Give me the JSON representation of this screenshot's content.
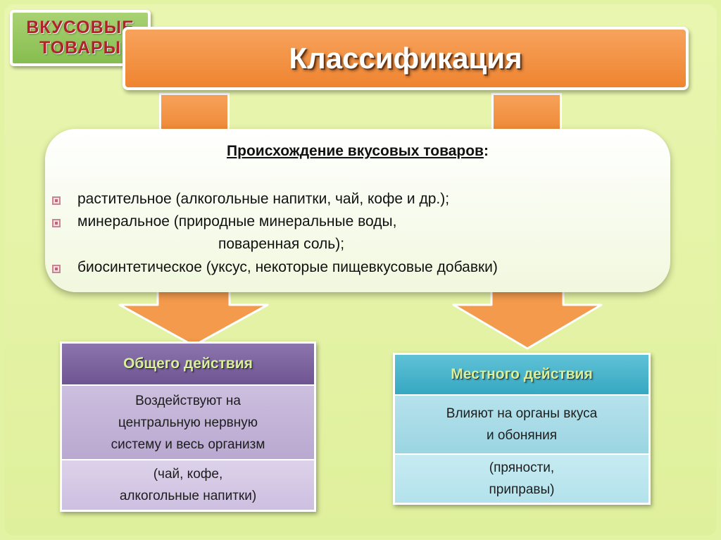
{
  "badge": {
    "line1": "ВКУСОВЫЕ",
    "line2": "ТОВАРЫ"
  },
  "title": "Классификация",
  "origin": {
    "heading": "Происхождение вкусовых товаров",
    "heading_suffix": ":",
    "items": [
      "растительное (алкогольные напитки, чай, кофе и др.);",
      "минеральное (природные минеральные воды,",
      "поваренная соль);",
      "биосинтетическое (уксус, некоторые пищевкусовые добавки)"
    ]
  },
  "general_action": {
    "title": "Общего действия",
    "description": "Воздействуют на\nцентральную нервную\nсистему и весь организм",
    "examples": "(чай, кофе,\nалкогольные напитки)"
  },
  "local_action": {
    "title": "Местного действия",
    "description": "Влияют на органы вкуса\nи обоняния",
    "examples": "(пряности,\nприправы)"
  },
  "colors": {
    "background": "#e3f3a4",
    "badge": "#86bd4e",
    "badge_text": "#b0232a",
    "title_bar": "#ef8430",
    "arrow": "#f39a4c",
    "general_head": "#6e5592",
    "general_body": "#b9a8d0",
    "local_head": "#36a8c2",
    "local_body": "#9ad5e2"
  }
}
